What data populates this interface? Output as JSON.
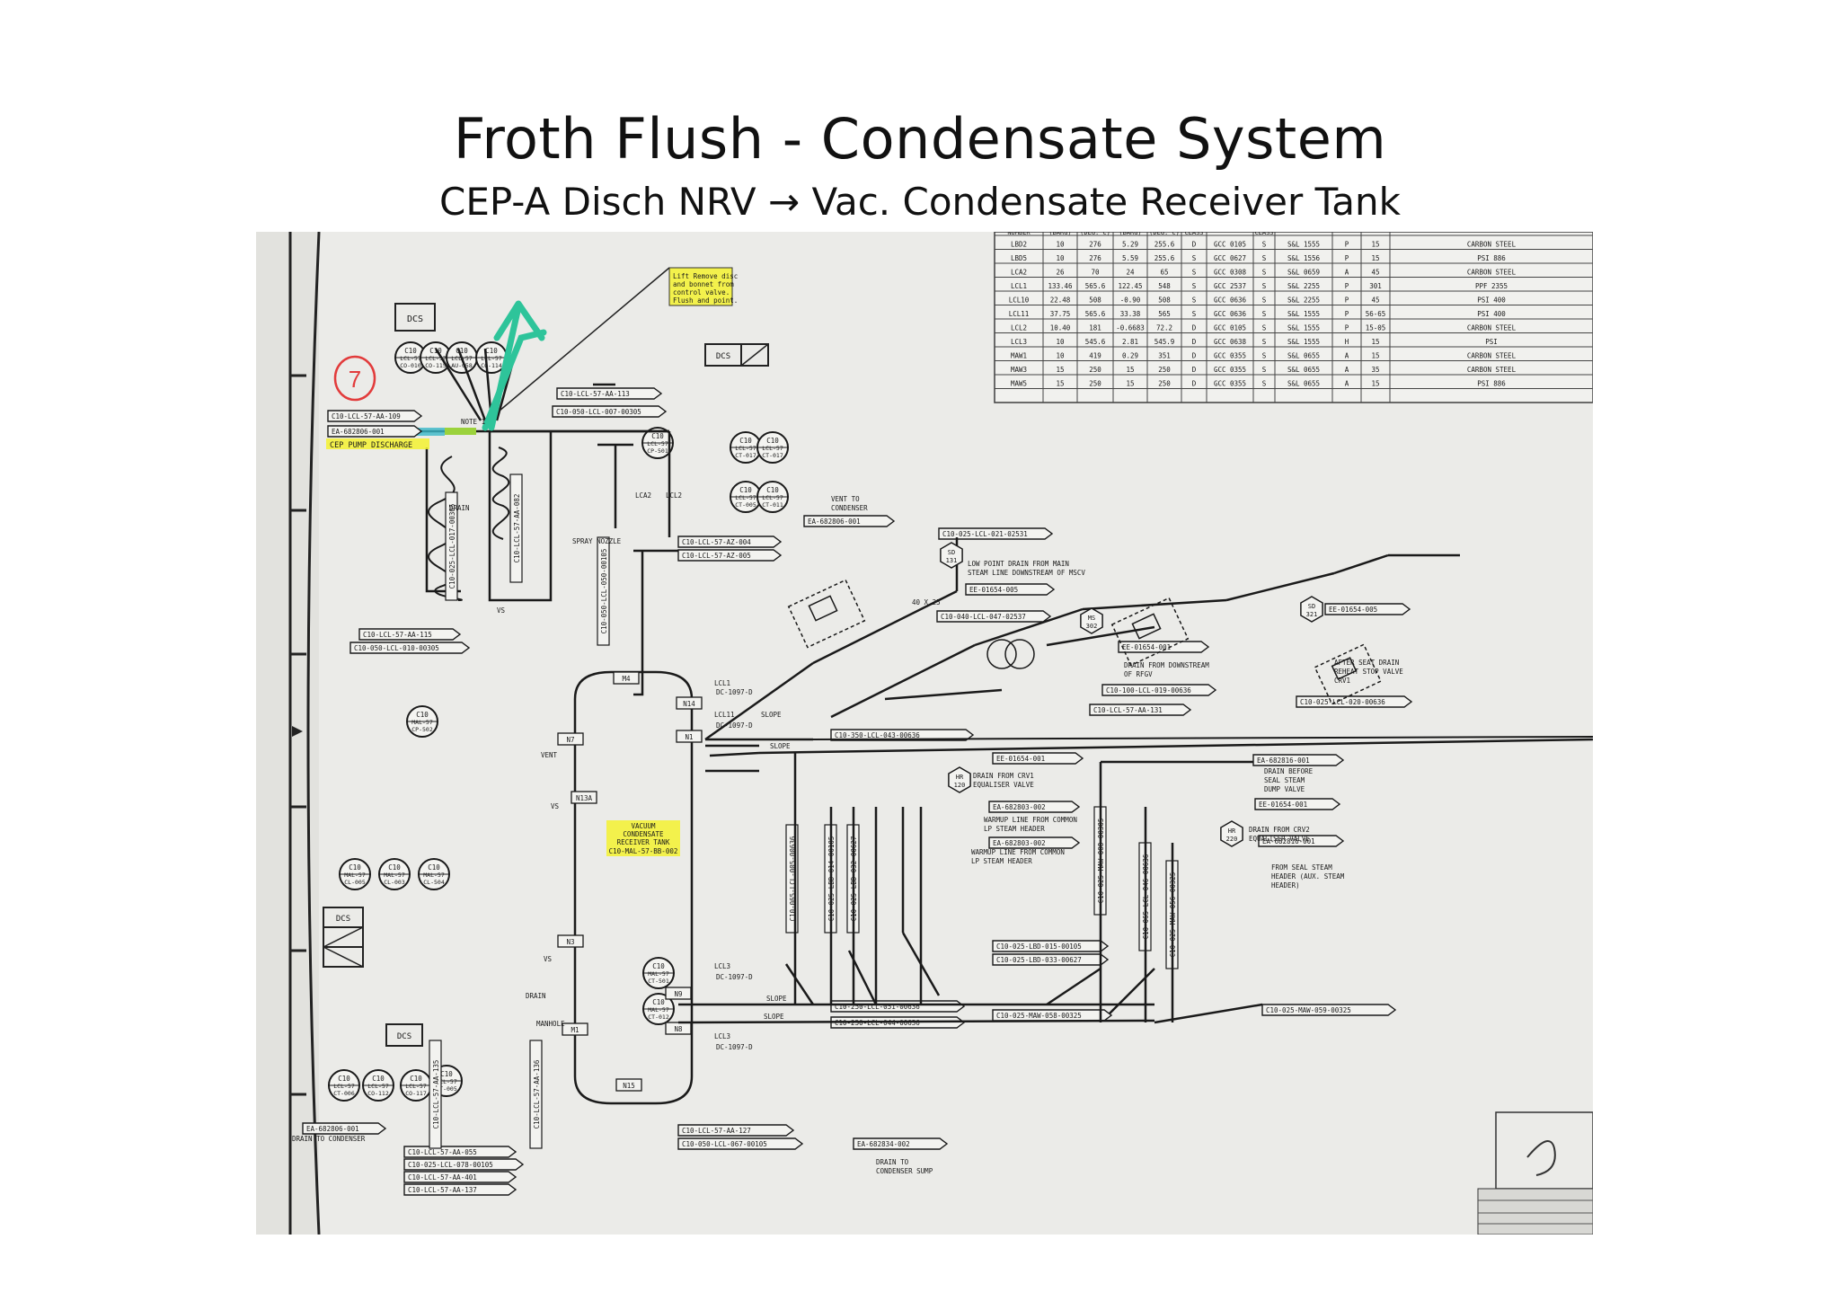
{
  "slide": {
    "title": "Froth Flush - Condensate System",
    "subtitle": "CEP-A Disch NRV → Vac. Condensate Receiver Tank"
  },
  "annotations": {
    "step_number": "7",
    "callout_note": "Lift Remove disc and bonnet from control valve. Flush and point."
  },
  "table": {
    "headers": [
      "NUMBER",
      "(BARG)",
      "(DEG. C)",
      "(BARG)",
      "(DEG. C)",
      "CLASS",
      "",
      "CLASS",
      "",
      "",
      "",
      ""
    ],
    "rows": [
      [
        "LBD2",
        "10",
        "276",
        "5.29",
        "255.6",
        "D",
        "GCC 0105",
        "S",
        "S&L 1555",
        "P",
        "15",
        "CARBON STEEL"
      ],
      [
        "LBD5",
        "10",
        "276",
        "5.59",
        "255.6",
        "S",
        "GCC 0627",
        "S",
        "S&L 1556",
        "P",
        "15",
        "PSI 886"
      ],
      [
        "LCA2",
        "26",
        "70",
        "24",
        "65",
        "S",
        "GCC 0308",
        "S",
        "S&L 0659",
        "A",
        "45",
        "CARBON STEEL"
      ],
      [
        "LCL1",
        "133.46",
        "565.6",
        "122.45",
        "548",
        "S",
        "GCC 2537",
        "S",
        "S&L 2255",
        "P",
        "301",
        "PPF 2355"
      ],
      [
        "LCL10",
        "22.48",
        "508",
        "-0.90",
        "508",
        "S",
        "GCC 0636",
        "S",
        "S&L 2255",
        "P",
        "45",
        "PSI 400"
      ],
      [
        "LCL11",
        "37.75",
        "565.6",
        "33.38",
        "565",
        "S",
        "GCC 0636",
        "S",
        "S&L 1555",
        "P",
        "56-65",
        "PSI 400"
      ],
      [
        "LCL2",
        "10.40",
        "181",
        "-0.6683",
        "72.2",
        "D",
        "GCC 0105",
        "S",
        "S&L 1555",
        "P",
        "15-05",
        "CARBON STEEL"
      ],
      [
        "LCL3",
        "10",
        "545.6",
        "2.81",
        "545.9",
        "D",
        "GCC 0638",
        "S",
        "S&L 1555",
        "H",
        "15",
        "PSI"
      ],
      [
        "MAW1",
        "10",
        "419",
        "0.29",
        "351",
        "D",
        "GCC 0355",
        "S",
        "S&L 0655",
        "A",
        "15",
        "CARBON STEEL"
      ],
      [
        "MAW3",
        "15",
        "250",
        "15",
        "250",
        "D",
        "GCC 0355",
        "S",
        "S&L 0655",
        "A",
        "35",
        "CARBON STEEL"
      ],
      [
        "MAW5",
        "15",
        "250",
        "15",
        "250",
        "D",
        "GCC 0355",
        "S",
        "S&L 0655",
        "A",
        "15",
        "PSI 886"
      ]
    ]
  },
  "instruments": [
    {
      "top": "C10",
      "mid": "LCL-57",
      "bot": "CO-010"
    },
    {
      "top": "C10",
      "mid": "LCL-57",
      "bot": "CO-115"
    },
    {
      "top": "C10",
      "mid": "LCL-57",
      "bot": "AU-058"
    },
    {
      "top": "C10",
      "mid": "LCL-57",
      "bot": "CO-114"
    },
    {
      "top": "C10",
      "mid": "LCL-57",
      "bot": "CP-501"
    },
    {
      "top": "C10",
      "mid": "LCL-57",
      "bot": "CT-017"
    },
    {
      "top": "C10",
      "mid": "LCL-57",
      "bot": "CT-017"
    },
    {
      "top": "C10",
      "mid": "LCL-57",
      "bot": "CT-005"
    },
    {
      "top": "C10",
      "mid": "LCL-57",
      "bot": "CT-011"
    },
    {
      "top": "C10",
      "mid": "MAL-57",
      "bot": "CP-502"
    },
    {
      "top": "C10",
      "mid": "MAL-57",
      "bot": "CL-005"
    },
    {
      "top": "C10",
      "mid": "MAL-57",
      "bot": "CL-003"
    },
    {
      "top": "C10",
      "mid": "MAL-57",
      "bot": "CL-504"
    },
    {
      "top": "C10",
      "mid": "MAL-57",
      "bot": "CT-501"
    },
    {
      "top": "C10",
      "mid": "MAL-57",
      "bot": "CT-012"
    },
    {
      "top": "C10",
      "mid": "LCL-57",
      "bot": "CT-006"
    },
    {
      "top": "C10",
      "mid": "LCL-57",
      "bot": "CO-112"
    },
    {
      "top": "C10",
      "mid": "LCL-57",
      "bot": "CO-117"
    },
    {
      "top": "C10",
      "mid": "LCL-57",
      "bot": "CT-005"
    }
  ],
  "labels": {
    "dcs": "DCS",
    "note1": "NOTE 1",
    "cep_discharge": "CEP PUMP DISCHARGE",
    "drain": "DRAIN",
    "vent": "VENT",
    "vs": "VS",
    "manhole": "MANHOLE",
    "spray_nozzle": "SPRAY NOZZLE",
    "vent_to_condenser": "VENT TO CONDENSER",
    "tank_name": "VACUUM CONDENSATE RECEIVER TANK",
    "tank_tag": "C10-MAL-57-BB-002",
    "slope": "SLOPE",
    "lcl1": "LCL1",
    "lcl11": "LCL11",
    "lcl2": "LCL2",
    "lca2": "LCA2",
    "lcl3": "LCL3",
    "dc1097": "DC-1097-D",
    "low_point_drain": "LOW POINT DRAIN FROM MAIN STEAM LINE DOWNSTREAM OF MSCV",
    "drain_rfgv": "DRAIN FROM DOWNSTREAM OF RFGV",
    "after_seat_drain": "AFTER SEAT DRAIN REHEAT STOP VALVE CRV1",
    "drain_cr_eq": "DRAIN FROM CRV1 EQUALISER VALVE",
    "warmup1": "WARMUP LINE FROM COMMON LP STEAM HEADER",
    "warmup2": "WARMUP LINE FROM COMMON LP STEAM HEADER",
    "drain_seal": "DRAIN BEFORE SEAL STEAM DUMP VALVE",
    "drain_crv2": "DRAIN FROM CRV2 EQUALISER VALVE",
    "from_seal": "FROM SEAL STEAM HEADER (AUX. STEAM HEADER)",
    "drain_to_condenser": "DRAIN TO CONDENSER",
    "drain_to_sump": "DRAIN TO CONDENSER SUMP",
    "size": "40 X 25"
  },
  "line_tags": {
    "t1": "C10-LCL-57-AA-109",
    "t2": "EA-682806-001",
    "t3": "C10-LCL-57-AA-113",
    "t4": "C10-050-LCL-007-00305",
    "t5": "C10-LCL-57-AA-115",
    "t6": "C10-050-LCL-010-00305",
    "t7": "C10-LCL-57-AZ-004",
    "t8": "C10-LCL-57-AZ-005",
    "t9": "EA-682806-001",
    "t10": "C10-025-LCL-021-02531",
    "t11": "EE-01654-005",
    "t12": "C10-040-LCL-047-02537",
    "t13": "EE-01654-001",
    "t14": "C10-100-LCL-019-00636",
    "t15": "C10-LCL-57-AA-131",
    "t16": "EE-01654-005",
    "t17": "C10-025-LCL-020-00636",
    "t18": "C10-350-LCL-043-00636",
    "t19": "EE-01654-001",
    "t20": "EA-682803-002",
    "t21": "EA-682803-002",
    "t22": "EA-682816-001",
    "t23": "EE-01654-001",
    "t24": "EA-682816-001",
    "t25": "C10-025-LBD-015-00105",
    "t26": "C10-025-LBD-033-00627",
    "t27": "C10-250-LCL-051-00636",
    "t28": "C10-250-LCL-044-00636",
    "t29": "C10-025-MAW-058-00325",
    "t30": "C10-025-MAW-059-00325",
    "t31": "C10-LCL-57-AA-127",
    "t32": "C10-050-LCL-067-00105",
    "t33": "EA-682834-002",
    "t34": "EA-682806-001",
    "t35": "C10-LCL-57-AA-055",
    "t36": "C10-025-LCL-078-00105",
    "t37": "C10-LCL-57-AA-401",
    "t38": "C10-LCL-57-AA-137",
    "v1": "C10-025-LCL-017-00305",
    "v2": "C10-LCL-57-AA-082",
    "v3": "C10-050-LCL-050-00105",
    "v4": "C10-065-LCL-005-00636",
    "v5": "C10-025-LBD-014-00105",
    "v6": "C10-025-LBD-032-00627",
    "v7": "C10-025-MAW-008-00305",
    "v8": "C10-065-LCL-046-00636",
    "v9": "C10-025-MAW-056-00325",
    "v10": "C10-LCL-57-AA-135",
    "v11": "C10-LCL-57-AA-136"
  },
  "nodes": {
    "sd131": "SD 131",
    "ms302": "MS 302",
    "sd321": "SD 321",
    "hr120": "HR 120",
    "hr220": "HR 220",
    "n_m4": "M4",
    "n_n14": "N14",
    "n_n7": "N7",
    "n_n1": "N1",
    "n_n13a": "N13A",
    "n_n3": "N3",
    "n_m1": "M1",
    "n_n9": "N9",
    "n_n8": "N8",
    "n_n15": "N15"
  },
  "colors": {
    "highlight_yellow": "#f4f230",
    "arrow_teal": "#2ec49a",
    "circle_red": "#e23b3b",
    "line_dark": "#1a1a1a",
    "paper": "#ececea"
  }
}
